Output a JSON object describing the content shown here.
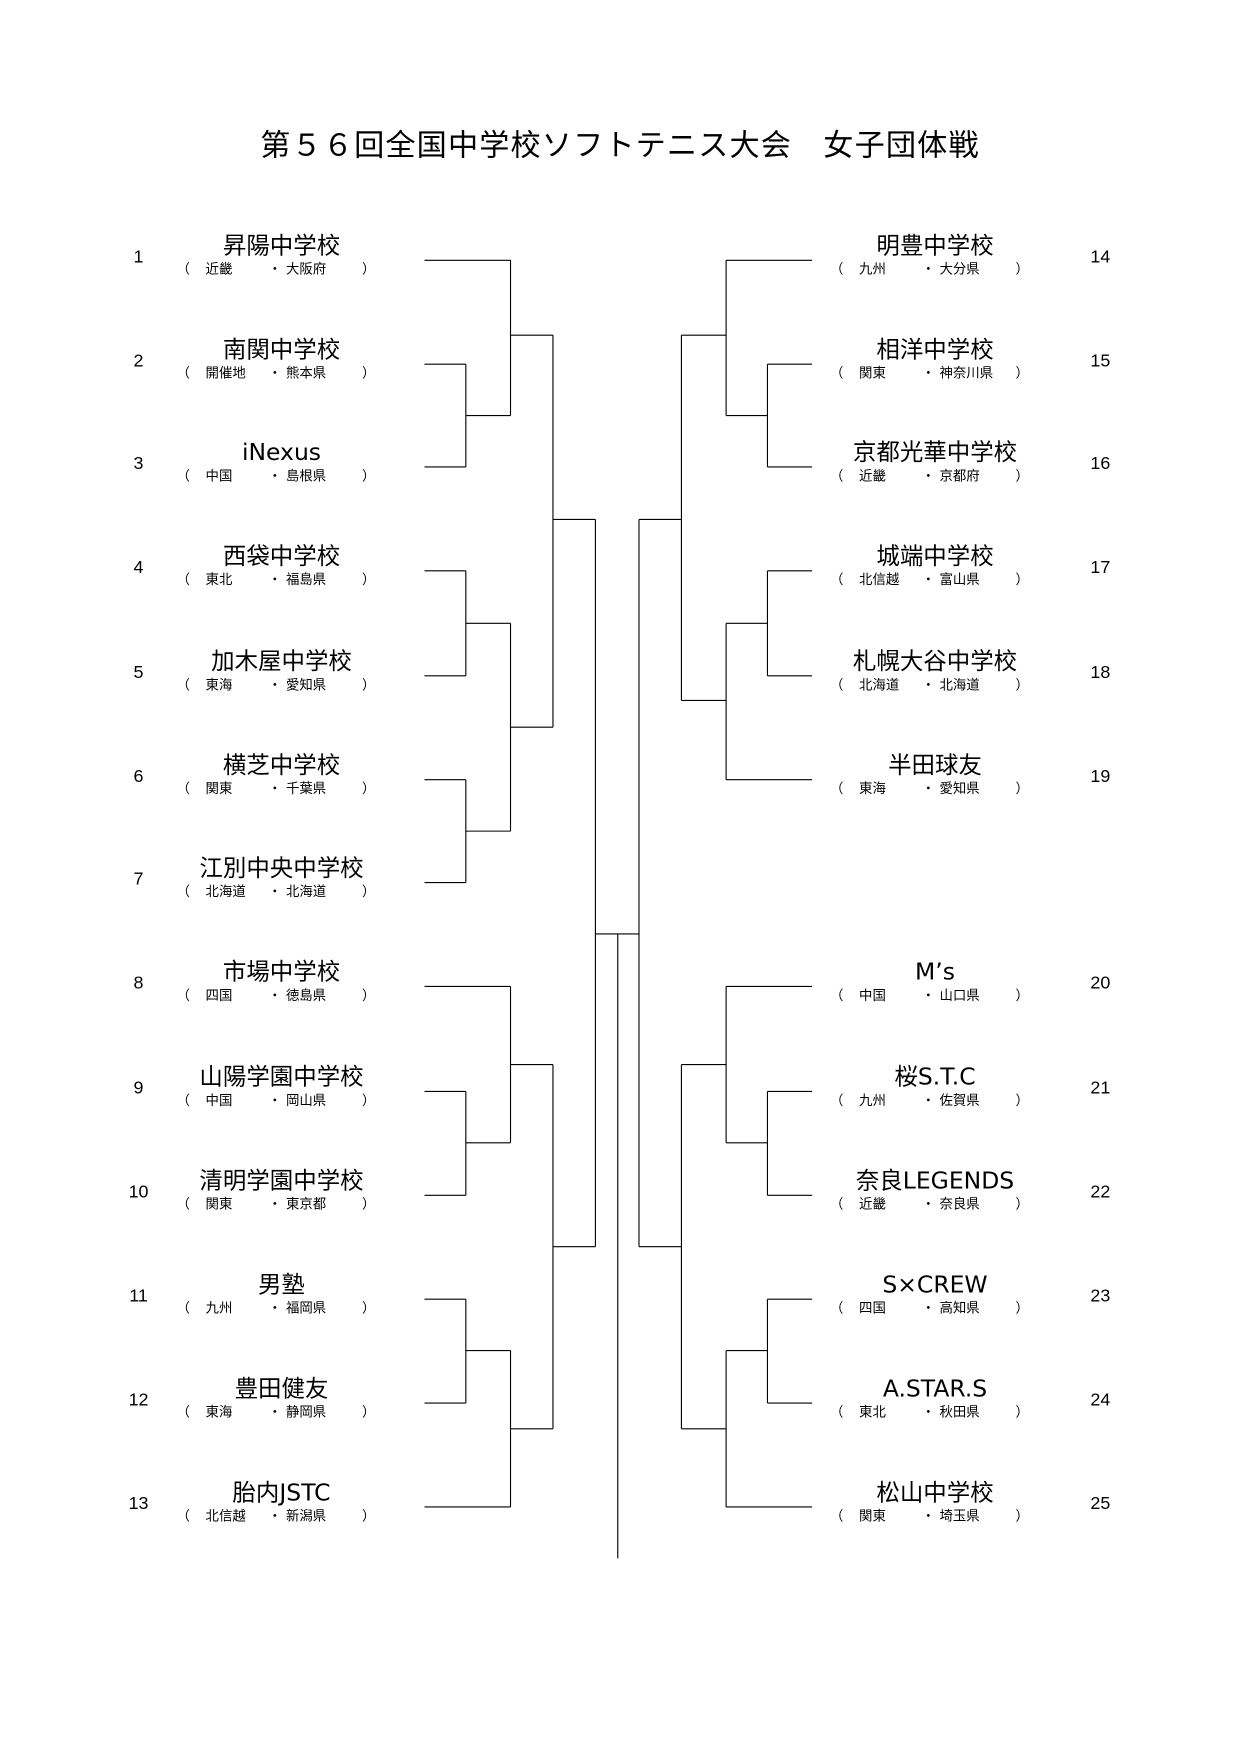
{
  "title": "第５６回全国中学校ソフトテニス大会　女子団体戦",
  "punct": {
    "open": "（",
    "sep": "・",
    "close": "）"
  },
  "teams": [
    {
      "seed": "1",
      "name": "昇陽中学校",
      "region": "近畿",
      "pref": "大阪府"
    },
    {
      "seed": "2",
      "name": "南関中学校",
      "region": "開催地",
      "pref": "熊本県"
    },
    {
      "seed": "3",
      "name": "iNexus",
      "region": "中国",
      "pref": "島根県"
    },
    {
      "seed": "4",
      "name": "西袋中学校",
      "region": "東北",
      "pref": "福島県"
    },
    {
      "seed": "5",
      "name": "加木屋中学校",
      "region": "東海",
      "pref": "愛知県"
    },
    {
      "seed": "6",
      "name": "横芝中学校",
      "region": "関東",
      "pref": "千葉県"
    },
    {
      "seed": "7",
      "name": "江別中央中学校",
      "region": "北海道",
      "pref": "北海道"
    },
    {
      "seed": "8",
      "name": "市場中学校",
      "region": "四国",
      "pref": "徳島県"
    },
    {
      "seed": "9",
      "name": "山陽学園中学校",
      "region": "中国",
      "pref": "岡山県"
    },
    {
      "seed": "10",
      "name": "清明学園中学校",
      "region": "関東",
      "pref": "東京都"
    },
    {
      "seed": "11",
      "name": "男塾",
      "region": "九州",
      "pref": "福岡県"
    },
    {
      "seed": "12",
      "name": "豊田健友",
      "region": "東海",
      "pref": "静岡県"
    },
    {
      "seed": "13",
      "name": "胎内JSTC",
      "region": "北信越",
      "pref": "新潟県"
    },
    {
      "seed": "14",
      "name": "明豊中学校",
      "region": "九州",
      "pref": "大分県"
    },
    {
      "seed": "15",
      "name": "相洋中学校",
      "region": "関東",
      "pref": "神奈川県"
    },
    {
      "seed": "16",
      "name": "京都光華中学校",
      "region": "近畿",
      "pref": "京都府"
    },
    {
      "seed": "17",
      "name": "城端中学校",
      "region": "北信越",
      "pref": "富山県"
    },
    {
      "seed": "18",
      "name": "札幌大谷中学校",
      "region": "北海道",
      "pref": "北海道"
    },
    {
      "seed": "19",
      "name": "半田球友",
      "region": "東海",
      "pref": "愛知県"
    },
    {
      "seed": "20",
      "name": "M’s",
      "region": "中国",
      "pref": "山口県"
    },
    {
      "seed": "21",
      "name": "桜S.T.C",
      "region": "九州",
      "pref": "佐賀県"
    },
    {
      "seed": "22",
      "name": "奈良LEGENDS",
      "region": "近畿",
      "pref": "奈良県"
    },
    {
      "seed": "23",
      "name": "S×CREW",
      "region": "四国",
      "pref": "高知県"
    },
    {
      "seed": "24",
      "name": "A.STAR.S",
      "region": "東北",
      "pref": "秋田県"
    },
    {
      "seed": "25",
      "name": "松山中学校",
      "region": "関東",
      "pref": "埼玉県"
    }
  ]
}
